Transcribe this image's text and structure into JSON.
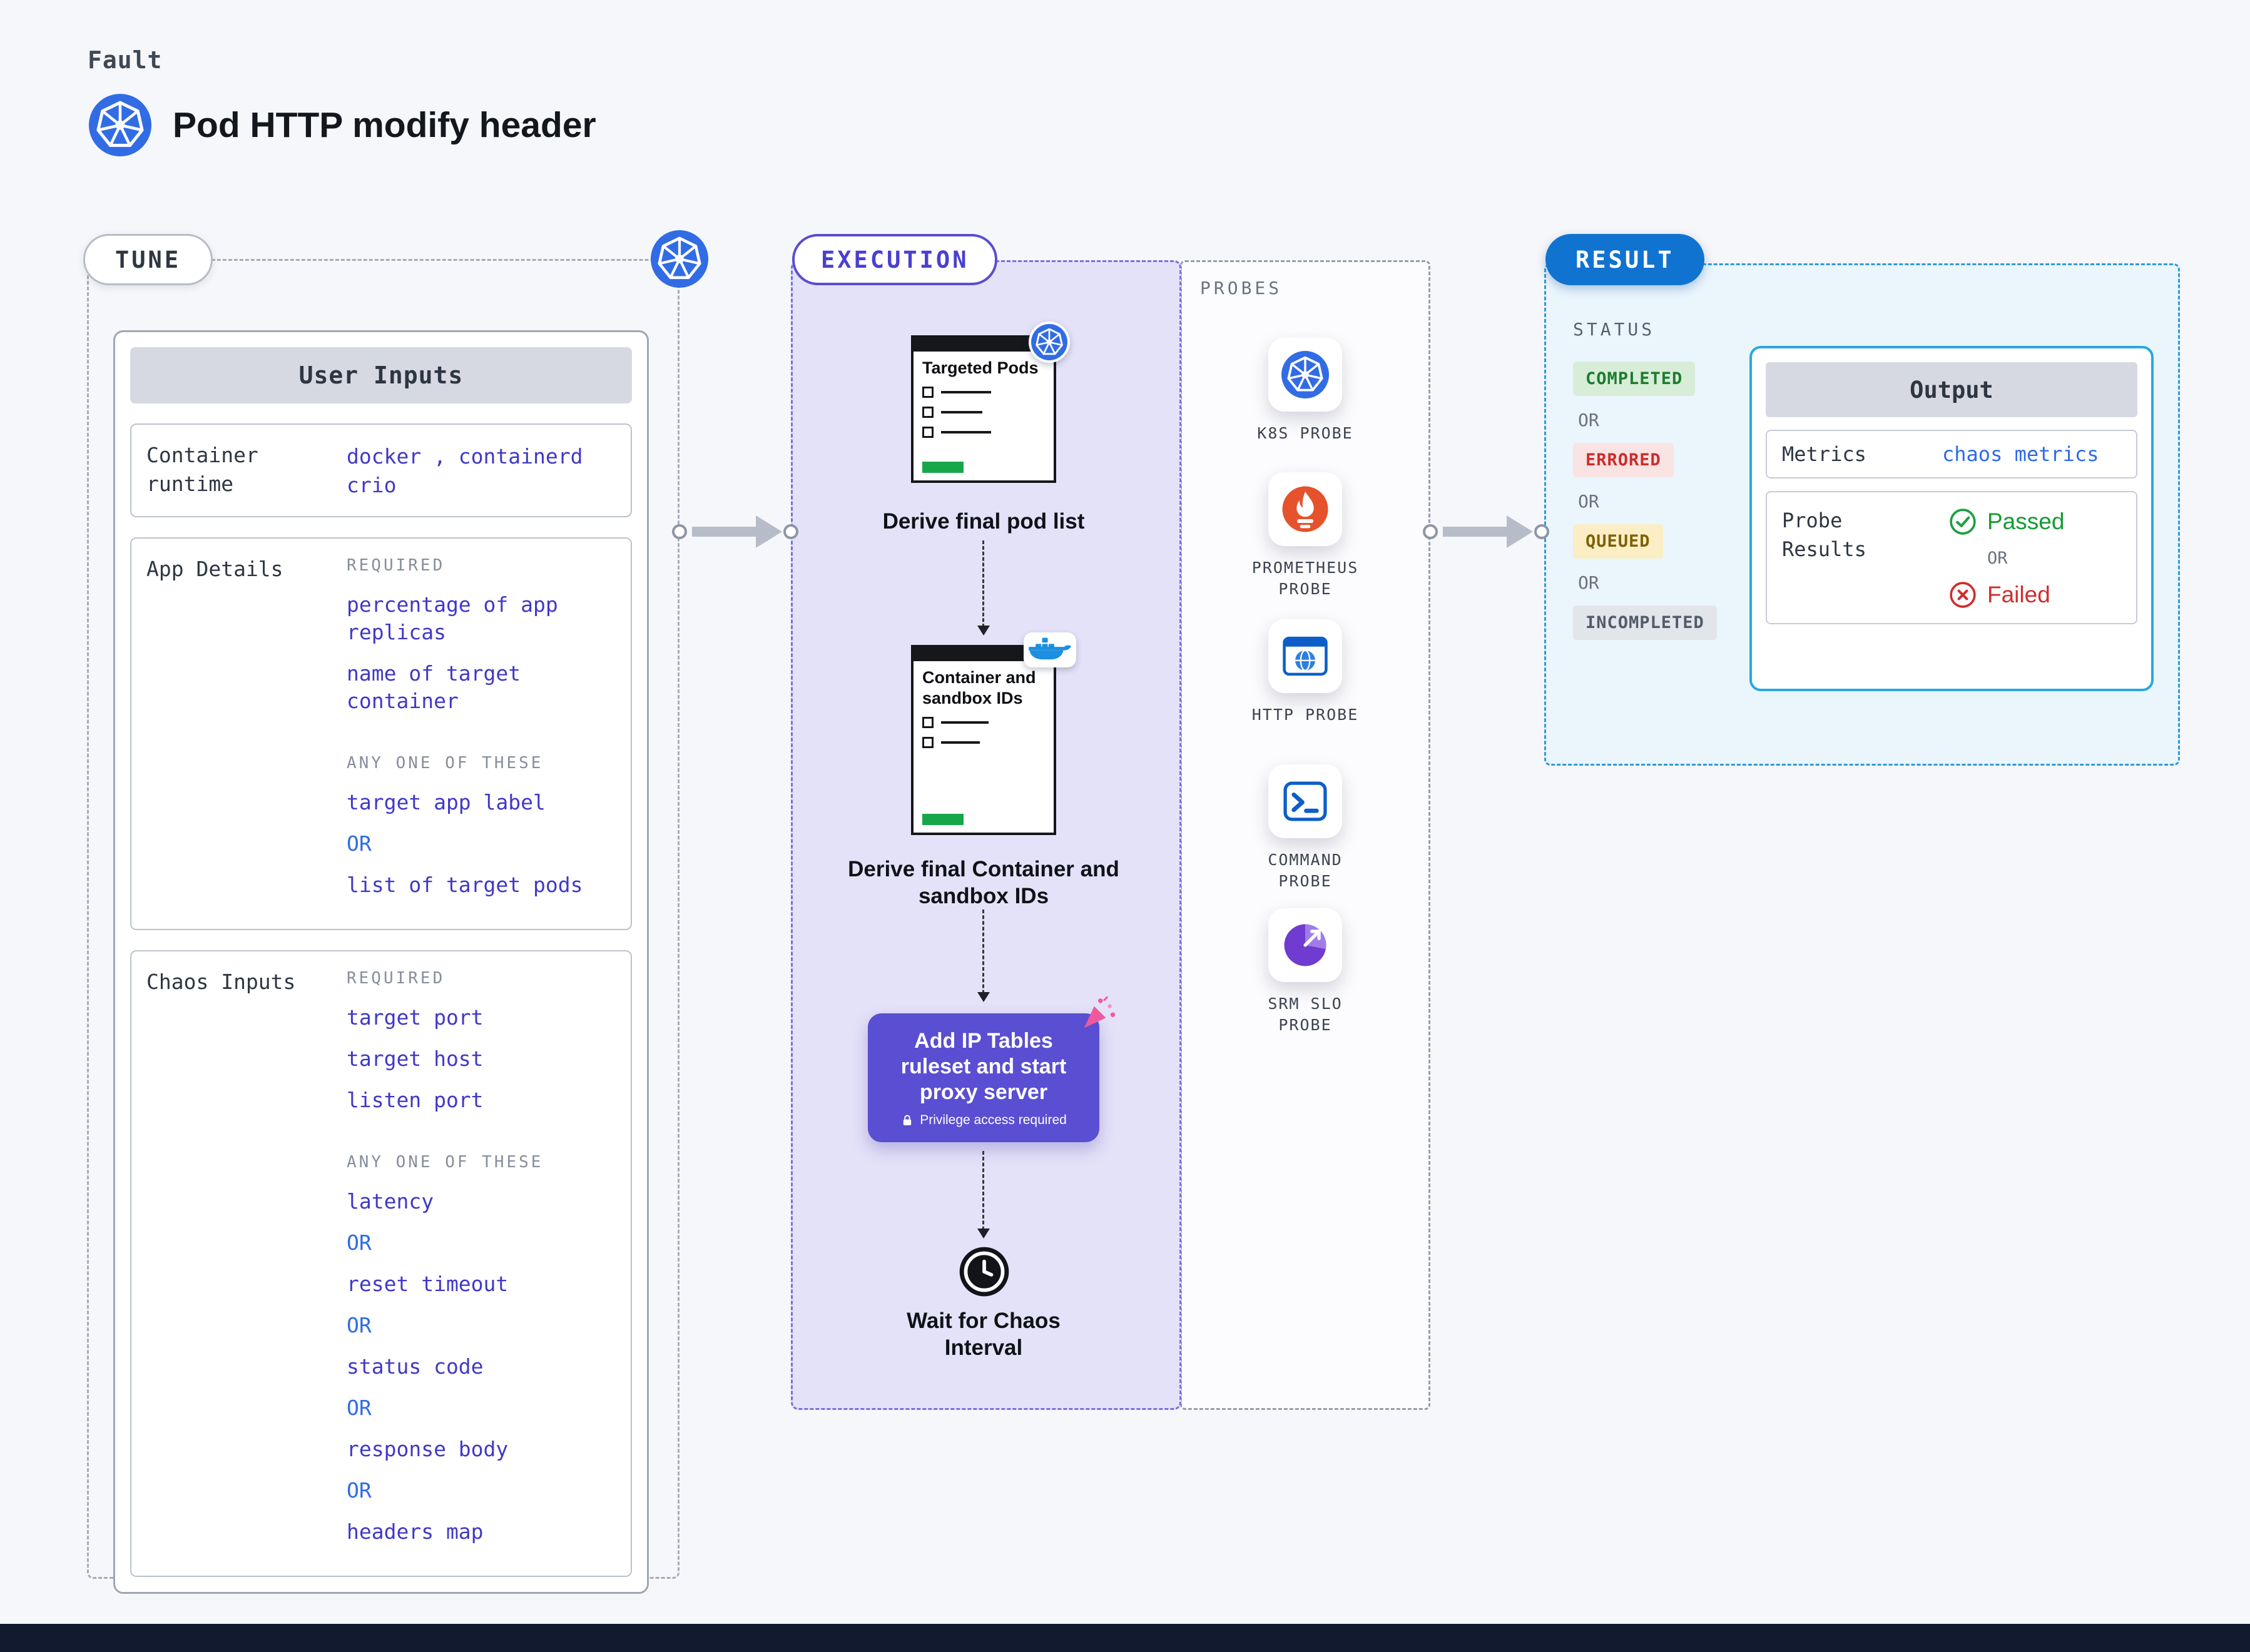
{
  "colors": {
    "kubernetes_blue": "#326CE5",
    "execution_fill": "#E4E2F8",
    "execution_border": "#7A71DC",
    "action_purple": "#5A4ED2",
    "result_pill_blue": "#1173D0",
    "result_border": "#2E9AD8",
    "result_fill": "#EBF5FC",
    "output_border_cyan": "#29A8DD",
    "completed_bg": "#D7EDD8",
    "completed_text": "#1D7C2F",
    "errored_bg": "#FAE3E3",
    "errored_text": "#CD2C2C",
    "queued_bg": "#FBEEC5",
    "queued_text": "#7E6005",
    "incompleted_bg": "#E2E5EA",
    "incompleted_text": "#525B69",
    "passed_green": "#159A34",
    "failed_red": "#D22D2D",
    "value_indigo": "#4038C8",
    "or_blue": "#2E6BE6",
    "link_blue": "#2E6BE6",
    "prometheus_orange": "#E6522C",
    "docker_blue": "#1D8FE1",
    "srm_purple": "#6F3BD1",
    "doc_progress_green": "#17A74A",
    "confetti_pink": "#EF5A9D"
  },
  "page": {
    "kicker": "Fault",
    "title": "Pod HTTP modify header"
  },
  "tune": {
    "label": "TUNE",
    "card_title": "User Inputs",
    "or_label": "OR",
    "container_runtime": {
      "label": "Container runtime",
      "line1": "docker , containerd",
      "line2": "crio"
    },
    "app_details": {
      "label": "App Details",
      "required_label": "REQUIRED",
      "required_items": [
        "percentage of app replicas",
        "name of target container"
      ],
      "any_one_label": "ANY ONE OF THESE",
      "any_one_items": [
        "target app label",
        "list of target pods"
      ]
    },
    "chaos_inputs": {
      "label": "Chaos Inputs",
      "required_label": "REQUIRED",
      "required_items": [
        "target port",
        "target host",
        "listen port"
      ],
      "any_one_label": "ANY ONE OF THESE",
      "any_one_items": [
        "latency",
        "reset timeout",
        "status code",
        "response body",
        "headers map"
      ]
    }
  },
  "execution": {
    "label": "EXECUTION",
    "derive_pods": {
      "doc_title": "Targeted Pods",
      "caption": "Derive final pod list"
    },
    "derive_ids": {
      "doc_title": "Container and sandbox IDs",
      "caption": "Derive final Container and sandbox IDs"
    },
    "iptables": {
      "text": "Add IP Tables ruleset and start proxy server",
      "badge": "Privilege access required"
    },
    "wait": {
      "caption": "Wait for Chaos Interval"
    }
  },
  "probes": {
    "label": "PROBES",
    "items": [
      {
        "name": "K8S PROBE",
        "icon": "kubernetes-icon"
      },
      {
        "name": "PROMETHEUS PROBE",
        "icon": "prometheus-icon"
      },
      {
        "name": "HTTP PROBE",
        "icon": "http-globe-icon"
      },
      {
        "name": "COMMAND PROBE",
        "icon": "terminal-icon"
      },
      {
        "name": "SRM SLO PROBE",
        "icon": "gauge-pie-icon"
      }
    ]
  },
  "result": {
    "label": "RESULT",
    "status_label": "STATUS",
    "or_label": "OR",
    "statuses": [
      {
        "text": "COMPLETED"
      },
      {
        "text": "ERRORED"
      },
      {
        "text": "QUEUED"
      },
      {
        "text": "INCOMPLETED"
      }
    ],
    "output": {
      "title": "Output",
      "metrics_label": "Metrics",
      "metrics_value": "chaos metrics",
      "probe_results_label": "Probe Results",
      "passed_label": "Passed",
      "failed_label": "Failed"
    }
  }
}
